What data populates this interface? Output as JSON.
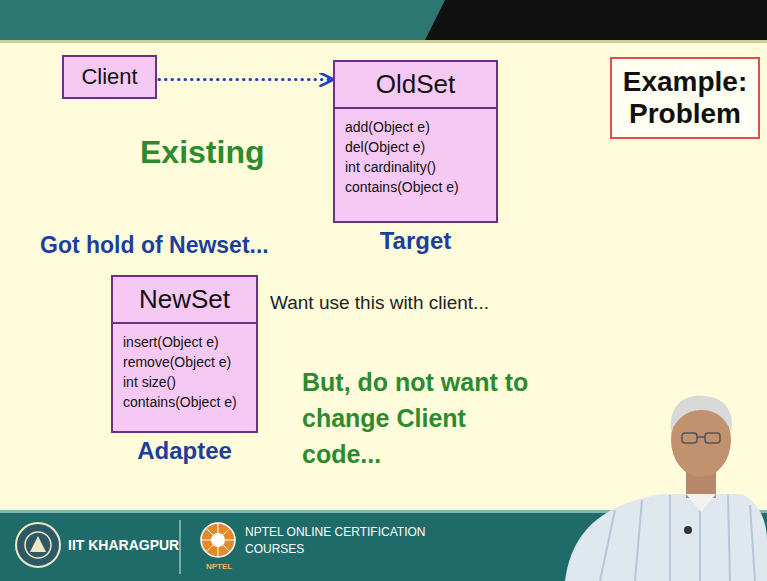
{
  "diagram": {
    "nodes": [
      {
        "text": [
          "Client"
        ]
      },
      {
        "text": [
          "OldSet",
          "add(Object e)",
          "del(Object e)",
          "int cardinality()",
          "contains(Object e)",
          "Target"
        ]
      },
      {
        "text": [
          "Example: Problem"
        ]
      },
      {
        "text": [
          "NewSet",
          "insert(Object e)",
          "remove(Object e)",
          "int size()",
          "contains(Object e)",
          "Adaptee"
        ]
      }
    ],
    "edges": [
      {
        "from": 0,
        "to": 1,
        "arrow": "to"
      }
    ],
    "labels": [
      "Existing",
      "Got hold of Newset...",
      "Want use this with client...",
      "But, do not want to change Client code...",
      "IIT KHARAGPUR",
      "NPTEL ONLINE CERTIFICATION COURSES",
      "NPTEL"
    ]
  }
}
